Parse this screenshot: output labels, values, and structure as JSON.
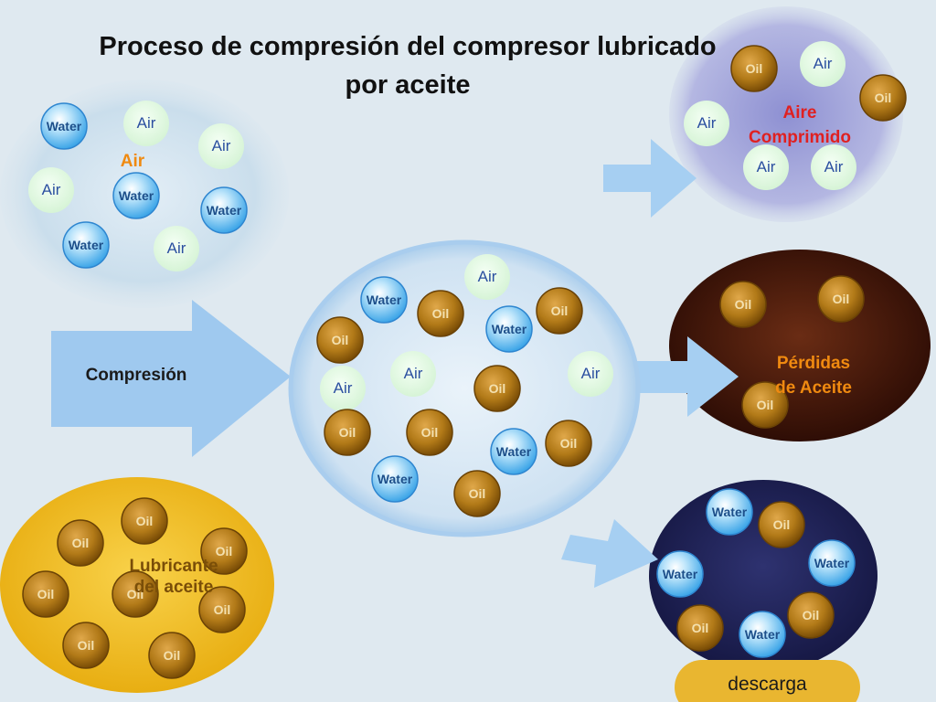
{
  "title": {
    "line1": "Proceso de compresión del compresor lubricado",
    "line2": "por aceite"
  },
  "labels": {
    "air_group": "Air",
    "compression": "Compresión",
    "lubricant_line1": "Lubricante",
    "lubricant_line2": "del aceite",
    "compressed_air_line1": "Aire",
    "compressed_air_line2": "Comprimido",
    "oil_loss_line1": "Pérdidas",
    "oil_loss_line2": "de Aceite",
    "discharge": "descarga"
  },
  "particle_text": {
    "air": "Air",
    "water": "Water",
    "oil": "Oil"
  },
  "colors": {
    "background": "#dfe9f0",
    "air_intake_region": "#c8dcea",
    "compression_chamber": "#d5e6f3",
    "lubricant_region": "#f2c02a",
    "compressed_air_region": "#a8acdc",
    "oil_loss_region": "#4a1a0c",
    "discharge_region": "#23265a",
    "discharge_button": "#e9b630",
    "arrow": "#9fc9ef",
    "label_red": "#e02020",
    "label_orange": "#f08a10"
  }
}
